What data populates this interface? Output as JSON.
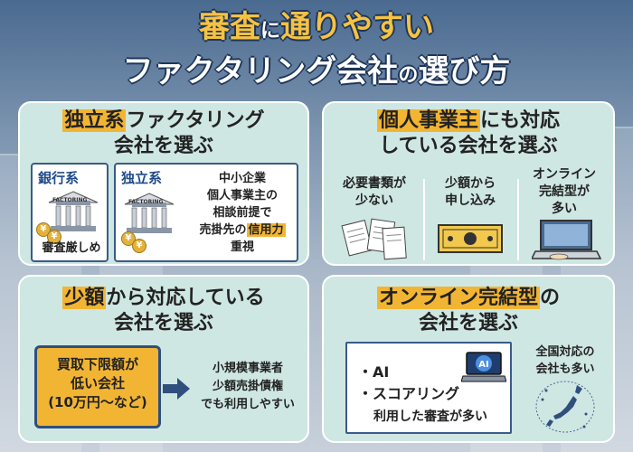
{
  "title": {
    "line1_a": "審査",
    "line1_b": "に",
    "line1_c": "通りやすい",
    "line2_a": "ファクタリング会社",
    "line2_b": "の",
    "line2_c": "選び方"
  },
  "panel1": {
    "heading_hl": "独立系",
    "heading_rest": "ファクタリング",
    "heading_line2": "会社を選ぶ",
    "bank_label": "銀行系",
    "bank_foot": "審査厳しめ",
    "factoring_sign": "FACTORING",
    "ind_label": "独立系",
    "ind_line1": "中小企業",
    "ind_line2": "個人事業主の",
    "ind_line3": "相談前提で",
    "ind_line4a": "売掛先の",
    "ind_line4b": "信用力",
    "ind_line5": "重視",
    "yen": "¥"
  },
  "panel2": {
    "heading_hl": "個人事業主",
    "heading_rest": "にも対応",
    "heading_line2": "している会社を選ぶ",
    "col1_l1": "必要書類が",
    "col1_l2": "少ない",
    "col2_l1": "少額から",
    "col2_l2": "申し込み",
    "col3_l1": "オンライン",
    "col3_l2": "完結型が",
    "col3_l3": "多い"
  },
  "panel3": {
    "heading_hl": "少額",
    "heading_rest": "から対応している",
    "heading_line2": "会社を選ぶ",
    "box_l1": "買取下限額が",
    "box_l2": "低い会社",
    "box_l3": "(10万円〜など)",
    "right_l1": "小規模事業者",
    "right_l2": "少額売掛債権",
    "right_l3": "でも利用しやすい"
  },
  "panel4": {
    "heading_hl": "オンライン完結型",
    "heading_rest": "の",
    "heading_line2": "会社を選ぶ",
    "item1": "・AI",
    "item2": "・スコアリング",
    "foot": "利用した審査が多い",
    "screen_label": "AI",
    "right_l1": "全国対応の",
    "right_l2": "会社も多い"
  },
  "colors": {
    "panel_bg": "#cfe7e3",
    "accent": "#f2b533",
    "navy": "#2f4f7c",
    "title_yellow": "#f5c242"
  }
}
